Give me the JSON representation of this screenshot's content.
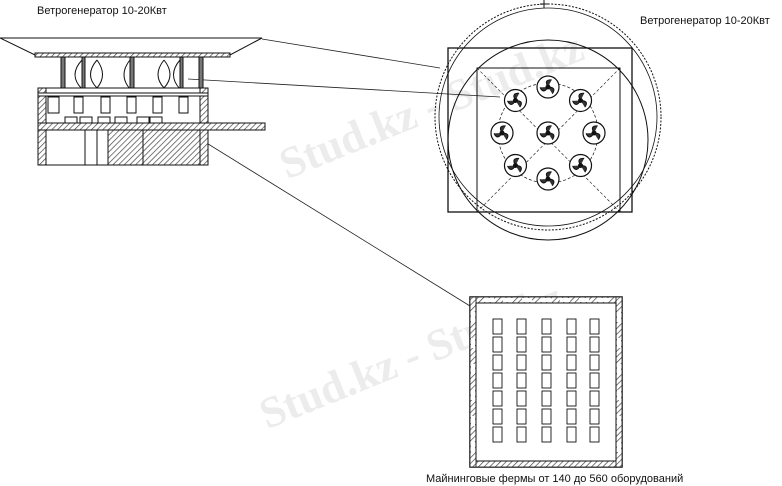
{
  "labels": {
    "elevation_title": "Ветрогенератор 10-20Квт",
    "plan_title": "Ветрогенератор 10-20Квт",
    "farm_title": "Майнинговые фермы от 140 до 560 оборудований"
  },
  "watermark": "Stud.kz - Stud.kz",
  "farm_layout": {
    "columns": 5,
    "rows": 7
  },
  "turbine_count": 9,
  "colors": {
    "line": "#111111",
    "hatch": "#555555",
    "watermark": "#cccccc"
  }
}
